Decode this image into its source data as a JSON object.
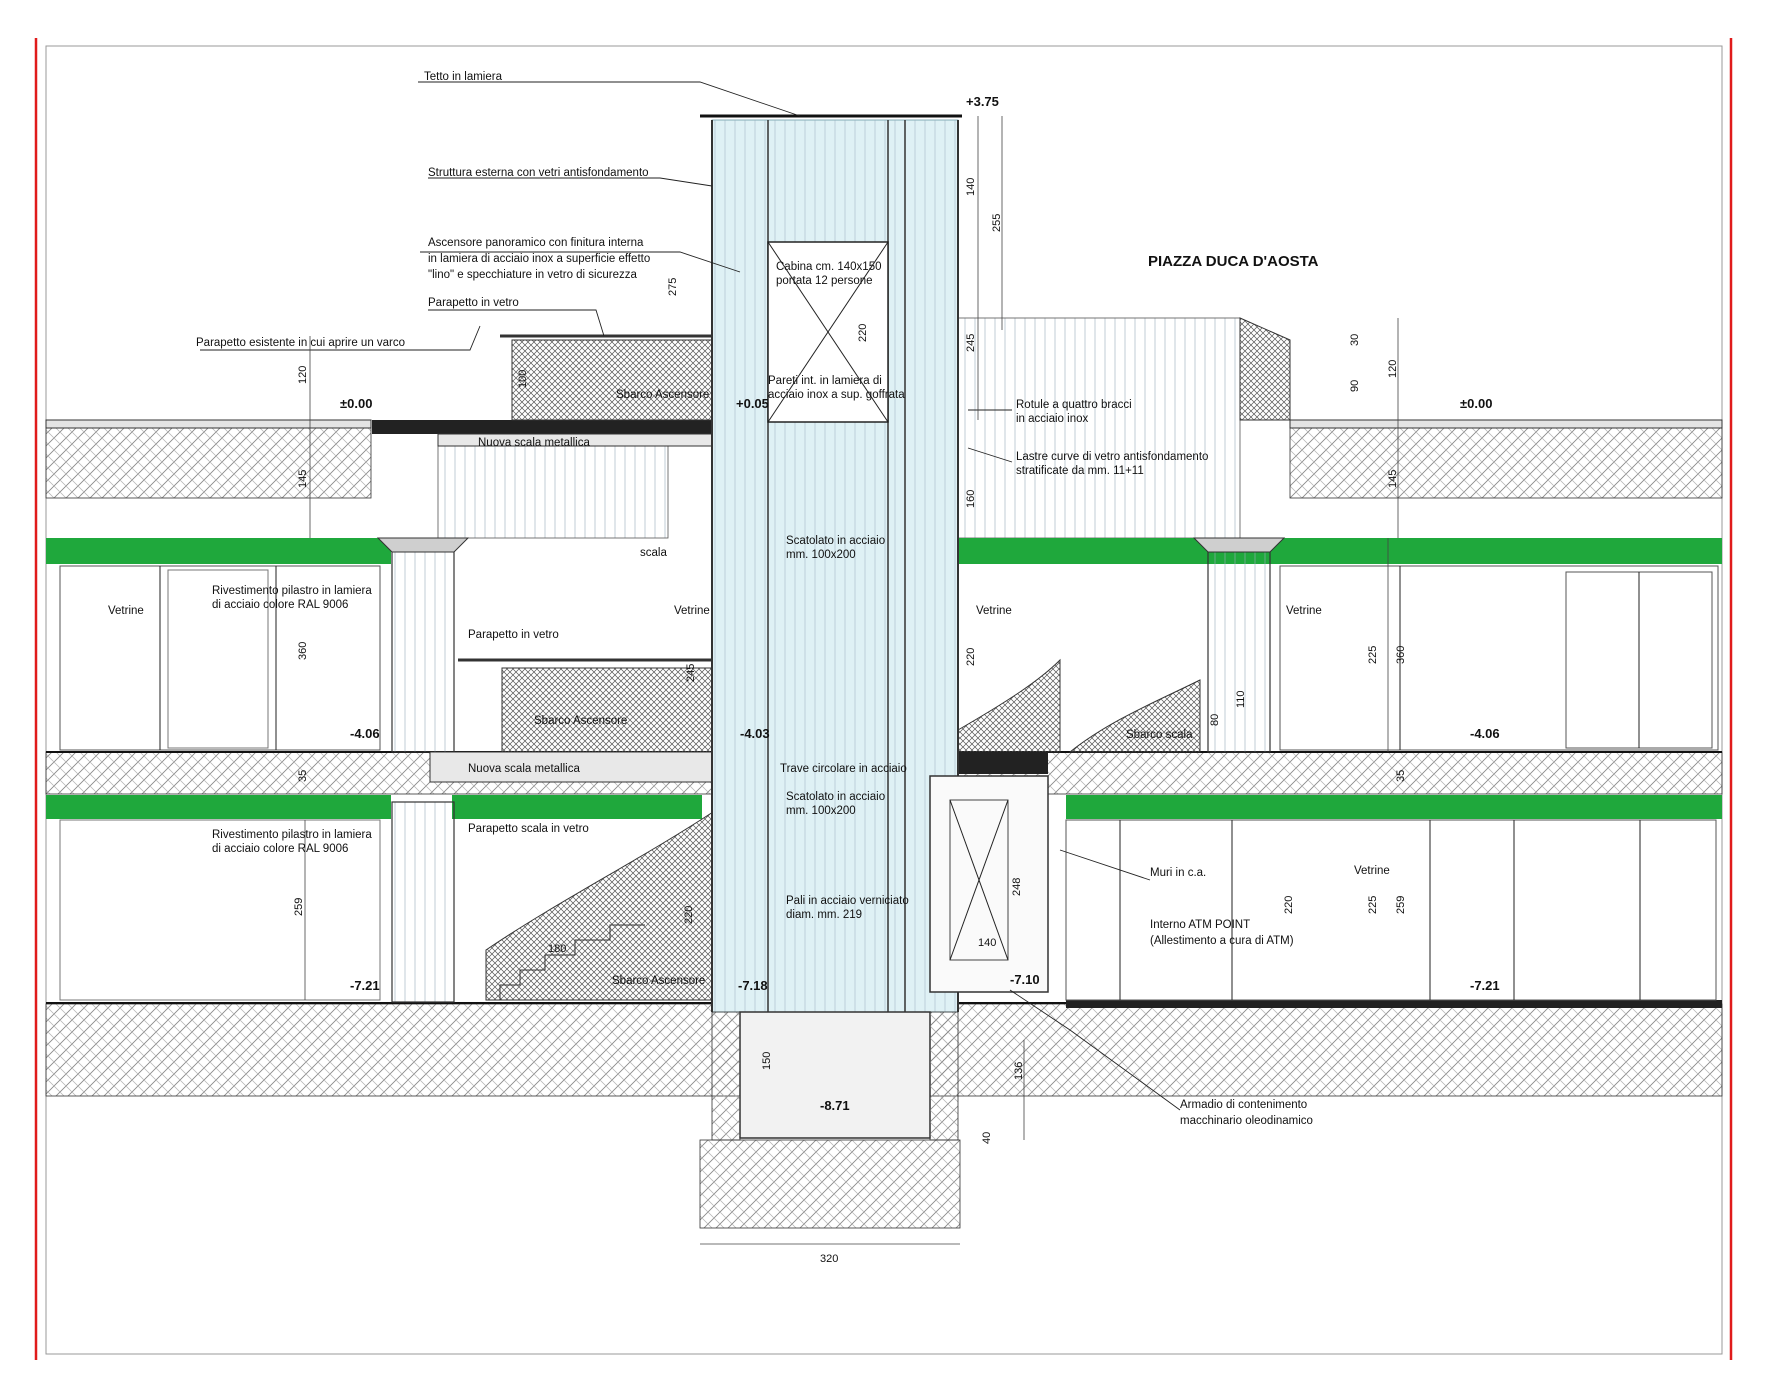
{
  "drawing": {
    "place_title": "PIAZZA DUCA D'AOSTA",
    "frame_color": "#e01b1b",
    "highlight_color": "#1fa83c",
    "glass_color": "#dff1f5"
  },
  "levels": {
    "top": "+3.75",
    "ground_left": "±0.00",
    "ground_right": "±0.00",
    "landing_1": "+0.05",
    "mezz_left": "-4.06",
    "mezz_mid": "-4.03",
    "mezz_right": "-4.06",
    "lower_left": "-7.21",
    "lower_mid": "-7.18",
    "lower_shaft": "-7.10",
    "lower_right": "-7.21",
    "pit": "-8.71"
  },
  "labels": {
    "roof": "Tetto in lamiera",
    "ext_structure": "Struttura esterna con vetri antisfondamento",
    "lift_1": "Ascensore panoramico con finitura interna",
    "lift_2": "in lamiera di acciaio inox a superficie effetto",
    "lift_3": "\"lino\" e specchiature in vetro di sicurezza",
    "parapet_glass": "Parapetto in vetro",
    "parapet_existing": "Parapetto esistente in cui aprire un varco",
    "cabin_1": "Cabina cm. 140x150",
    "cabin_2": "portata 12 persone",
    "walls_1": "Pareti int. in lamiera di",
    "walls_2": "acciaio inox a sup. goffrata",
    "landing_lift_1": "Sbarco Ascensore",
    "new_stair_1": "Nuova scala metallica",
    "joints_1": "Rotule a quattro bracci",
    "joints_2": "in acciaio inox",
    "slab_1": "Lastre curve di vetro antisfondamento",
    "slab_2": "stratificate da mm. 11+11",
    "cladding_1a": "Rivestimento pilastro in lamiera",
    "cladding_1b": "di acciaio colore RAL 9006",
    "shop_1": "Vetrine",
    "shop_2": "Vetrine",
    "shop_3": "Vetrine",
    "shop_4": "Vetrine",
    "shop_5": "Vetrine",
    "stair_tag": "scala",
    "parapet_glass_2": "Parapetto in vetro",
    "beam_1a": "Scatolato in acciaio",
    "beam_1b": "mm. 100x200",
    "landing_lift_2": "Sbarco Ascensore",
    "landing_stair": "Sbarco scala",
    "new_stair_2": "Nuova scala metallica",
    "circ_beam": "Trave circolare in acciaio",
    "beam_2a": "Scatolato in acciaio",
    "beam_2b": "mm. 100x200",
    "cladding_2a": "Rivestimento pilastro in lamiera",
    "cladding_2b": "di acciaio colore RAL 9006",
    "stair_parapet": "Parapetto scala in vetro",
    "ca_walls": "Muri in c.a.",
    "atm_1": "Interno ATM POINT",
    "atm_2": "(Allestimento a cura di ATM)",
    "posts_1": "Pali in acciaio verniciato",
    "posts_2": "diam. mm. 219",
    "landing_lift_3": "Sbarco Ascensore",
    "cabinet_1": "Armadio di contenimento",
    "cabinet_2": "macchinario oleodinamico"
  },
  "dimensions": {
    "d_140_top": "140",
    "d_255": "255",
    "d_220_cabin": "220",
    "d_275": "275",
    "d_245": "245",
    "d_120_left": "120",
    "d_100": "100",
    "d_145_left": "145",
    "d_30": "30",
    "d_90": "90",
    "d_120_right": "120",
    "d_145_right": "145",
    "d_160": "160",
    "d_360_left": "360",
    "d_245_mid": "245",
    "d_220_mid": "220",
    "d_110": "110",
    "d_80": "80",
    "d_225_right": "225",
    "d_360_right": "360",
    "d_35_left": "35",
    "d_35_right": "35",
    "d_259_left": "259",
    "d_220_low": "220",
    "d_180": "180",
    "d_248": "248",
    "d_140_low": "140",
    "d_220_right": "220",
    "d_225_low": "225",
    "d_259_right": "259",
    "d_150": "150",
    "d_136": "136",
    "d_40": "40",
    "d_320": "320"
  }
}
